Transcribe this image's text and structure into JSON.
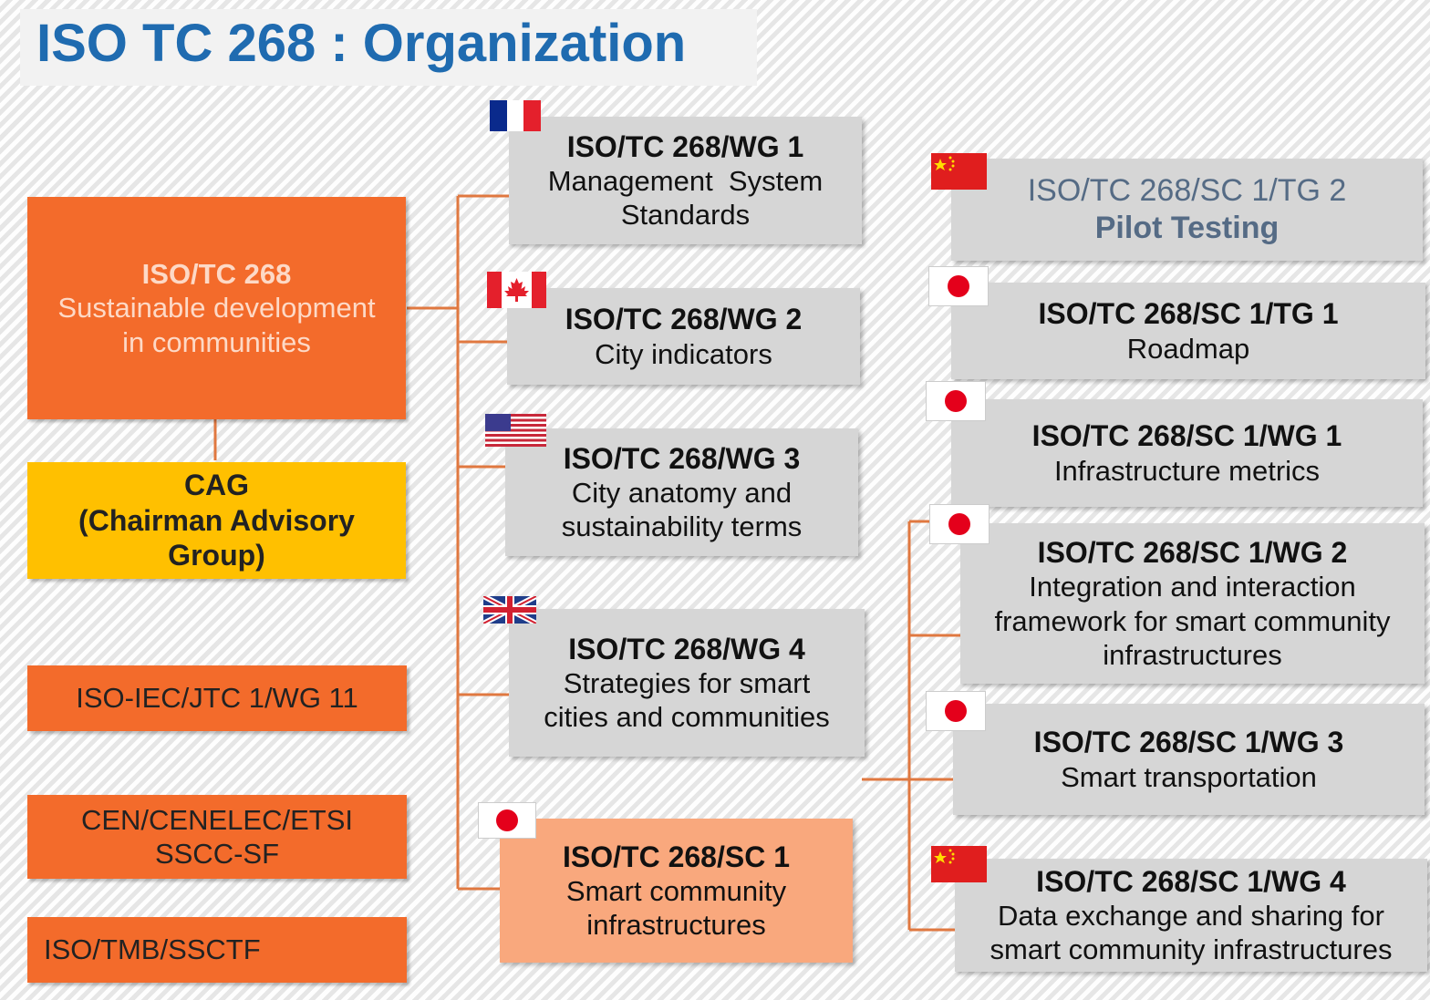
{
  "title": "ISO TC 268 : Organization",
  "colors": {
    "title": "#1f6bb0",
    "orange": "#f36b2b",
    "yellow": "#ffc000",
    "gray": "#d6d6d6",
    "peach": "#f9a87d",
    "connector": "#e07840"
  },
  "left": {
    "main": {
      "code": "ISO/TC 268",
      "line1": "Sustainable development",
      "line2": "in communities"
    },
    "cag": {
      "line1": "CAG",
      "line2": "(Chairman Advisory",
      "line3": "Group)"
    },
    "liaisons": [
      {
        "line1": "ISO-IEC/JTC 1/WG 11"
      },
      {
        "line1": "CEN/CENELEC/ETSI",
        "line2": "SSCC-SF"
      },
      {
        "line1": "ISO/TMB/SSCTF"
      }
    ]
  },
  "working_groups": [
    {
      "code": "ISO/TC 268/WG 1",
      "line1": "Management  System",
      "line2": "Standards",
      "flag": "france-flag-icon"
    },
    {
      "code": "ISO/TC 268/WG 2",
      "line1": "City indicators",
      "flag": "canada-flag-icon"
    },
    {
      "code": "ISO/TC 268/WG 3",
      "line1": "City anatomy and",
      "line2": "sustainability terms",
      "flag": "usa-flag-icon"
    },
    {
      "code": "ISO/TC 268/WG 4",
      "line1": "Strategies for smart",
      "line2": "cities and communities",
      "flag": "uk-flag-icon"
    },
    {
      "code": "ISO/TC 268/SC 1",
      "line1": "Smart community",
      "line2": "infrastructures",
      "flag": "japan-flag-icon"
    }
  ],
  "sc1_groups": [
    {
      "code": "ISO/TC 268/SC 1/TG 2",
      "line1": "Pilot Testing",
      "flag": "china-flag-icon"
    },
    {
      "code": "ISO/TC 268/SC 1/TG 1",
      "line1": "Roadmap",
      "flag": "japan-flag-icon"
    },
    {
      "code": "ISO/TC 268/SC 1/WG 1",
      "line1": "Infrastructure metrics",
      "flag": "japan-flag-icon"
    },
    {
      "code": "ISO/TC 268/SC 1/WG 2",
      "line1": "Integration and interaction",
      "line2": "framework for smart community",
      "line3": "infrastructures",
      "flag": "japan-flag-icon"
    },
    {
      "code": "ISO/TC 268/SC 1/WG 3",
      "line1": "Smart transportation",
      "flag": "japan-flag-icon"
    },
    {
      "code": "ISO/TC 268/SC 1/WG 4",
      "line1": "Data exchange and sharing for",
      "line2": "smart community infrastructures",
      "flag": "china-flag-icon"
    }
  ]
}
